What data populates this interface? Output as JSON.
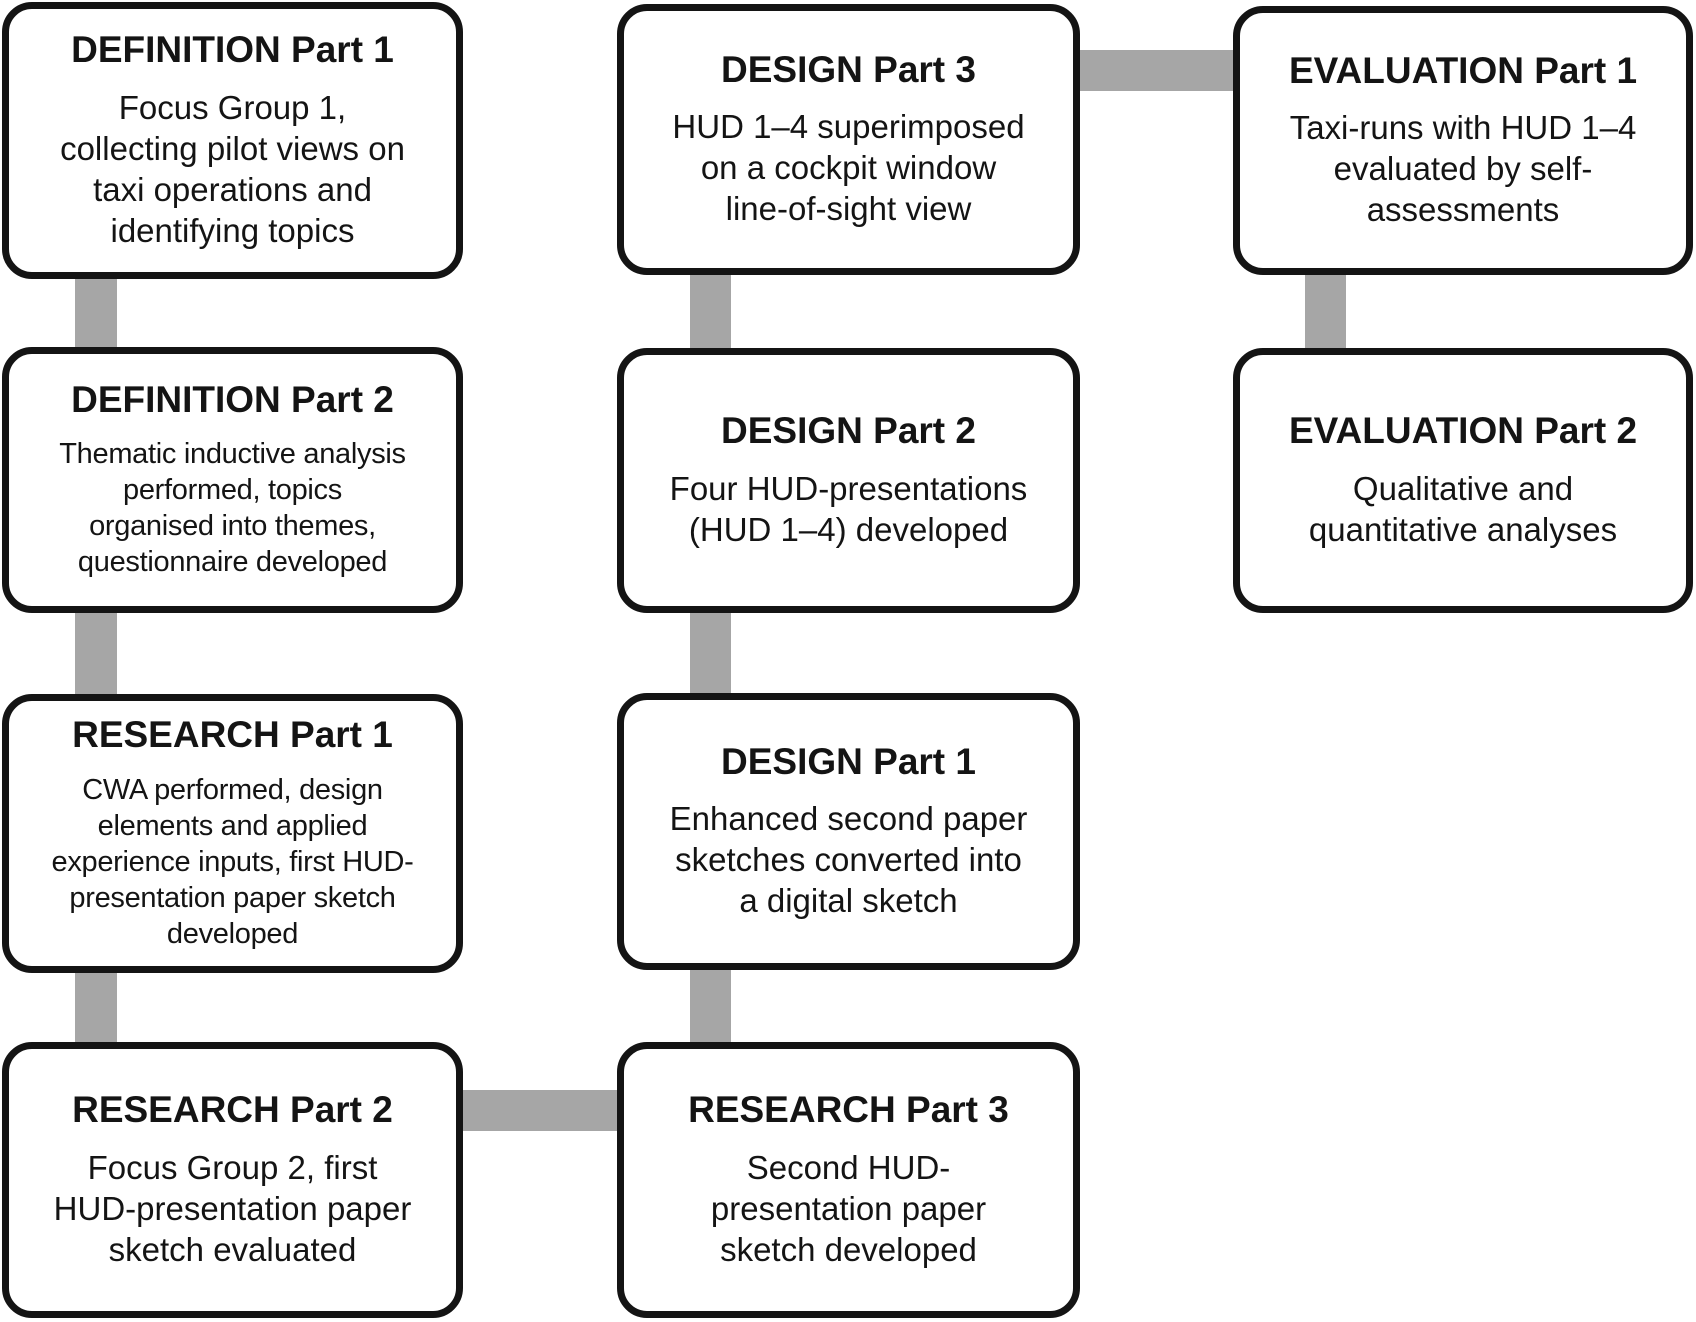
{
  "figure": {
    "type": "flowchart",
    "background": "#ffffff",
    "box_fill": "#ffffff",
    "box_border_color": "#141414",
    "text_color": "#141414",
    "connector_color": "#a6a6a6"
  },
  "boxes": [
    {
      "id": "definition-part-1",
      "title": "DEFINITION Part 1",
      "body": "Focus Group 1,\ncollecting pilot views on\ntaxi operations and\nidentifying topics"
    },
    {
      "id": "definition-part-2",
      "title": "DEFINITION Part 2",
      "body": "Thematic inductive analysis\nperformed, topics\norganised into themes,\nquestionnaire developed"
    },
    {
      "id": "research-part-1",
      "title": "RESEARCH Part 1",
      "body": "CWA performed, design\nelements and applied\nexperience inputs, first HUD-\npresentation paper sketch\ndeveloped"
    },
    {
      "id": "research-part-2",
      "title": "RESEARCH Part 2",
      "body": "Focus Group 2, first\nHUD-presentation paper\nsketch evaluated"
    },
    {
      "id": "design-part-3",
      "title": "DESIGN Part 3",
      "body": "HUD 1–4 superimposed\non a cockpit window\nline-of-sight view"
    },
    {
      "id": "design-part-2",
      "title": "DESIGN Part 2",
      "body": "Four HUD-presentations\n(HUD 1–4) developed"
    },
    {
      "id": "design-part-1",
      "title": "DESIGN Part 1",
      "body": "Enhanced second paper\nsketches converted into\na digital sketch"
    },
    {
      "id": "research-part-3",
      "title": "RESEARCH Part 3",
      "body": "Second HUD-\npresentation paper\nsketch developed"
    },
    {
      "id": "evaluation-part-1",
      "title": "EVALUATION Part 1",
      "body": "Taxi-runs with HUD 1–4\nevaluated by self-\nassessments"
    },
    {
      "id": "evaluation-part-2",
      "title": "EVALUATION Part 2",
      "body": "Qualitative and\nquantitative analyses"
    }
  ],
  "connectors": [
    {
      "from": "definition-part-1",
      "to": "definition-part-2",
      "orientation": "vertical"
    },
    {
      "from": "definition-part-2",
      "to": "research-part-1",
      "orientation": "vertical"
    },
    {
      "from": "research-part-1",
      "to": "research-part-2",
      "orientation": "vertical"
    },
    {
      "from": "research-part-2",
      "to": "research-part-3",
      "orientation": "horizontal"
    },
    {
      "from": "research-part-3",
      "to": "design-part-1",
      "orientation": "vertical"
    },
    {
      "from": "design-part-1",
      "to": "design-part-2",
      "orientation": "vertical"
    },
    {
      "from": "design-part-2",
      "to": "design-part-3",
      "orientation": "vertical"
    },
    {
      "from": "design-part-3",
      "to": "evaluation-part-1",
      "orientation": "horizontal"
    },
    {
      "from": "evaluation-part-1",
      "to": "evaluation-part-2",
      "orientation": "vertical"
    }
  ]
}
